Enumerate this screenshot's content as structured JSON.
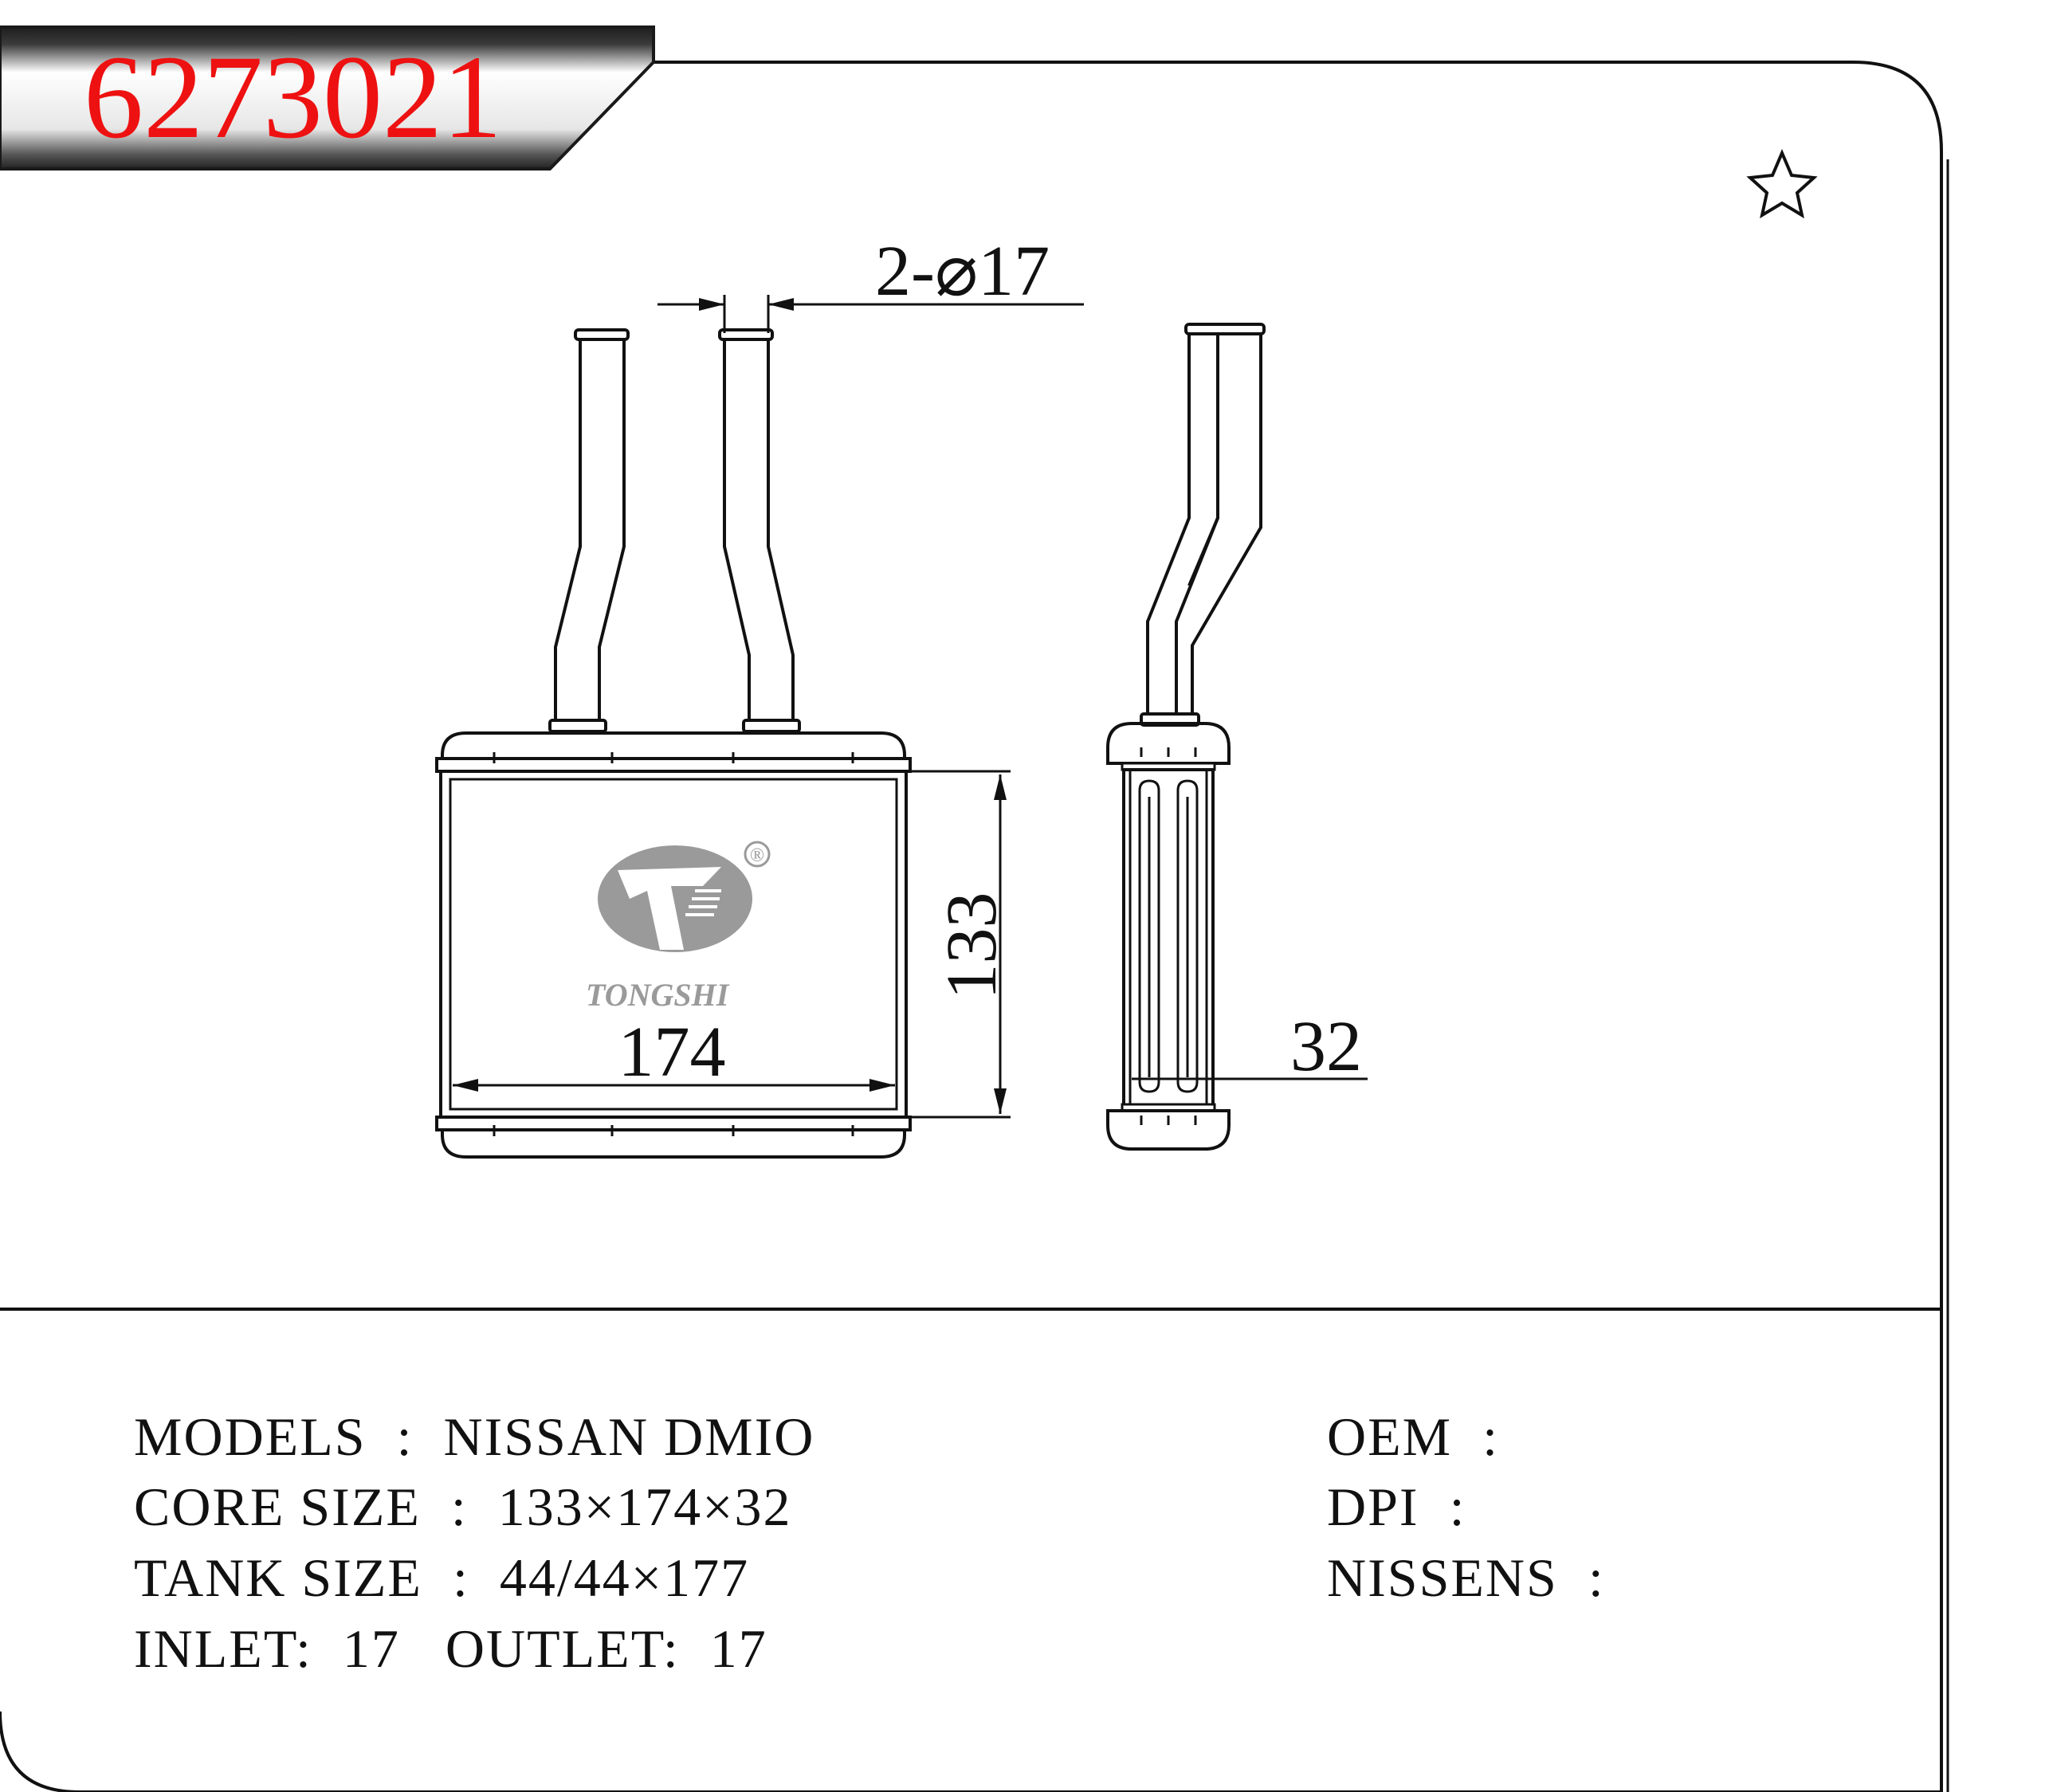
{
  "part_code": "6273021",
  "brand": {
    "name": "TONGSHI",
    "registered_mark": "®"
  },
  "favorite_icon": "star-outline-icon",
  "dimensions": {
    "pipe": "2-⌀17",
    "height": "133",
    "width": "174",
    "depth": "32"
  },
  "specs": {
    "models": "MODELS  :  NISSAN DMIO",
    "core_size": "CORE SIZE  :  133×174×32",
    "tank_size": "TANK SIZE  :  44/44×177",
    "inlet_outlet": "INLET:  17   OUTLET:  17",
    "oem": "OEM  :",
    "dpi": "DPI  :",
    "nissens": "NISSENS  :"
  },
  "colors": {
    "code": "#ee1111",
    "banner_dark": "#2a2a2a",
    "banner_light": "#f4f4f4",
    "line": "#111111",
    "logo_gray": "#9a9a9a"
  }
}
